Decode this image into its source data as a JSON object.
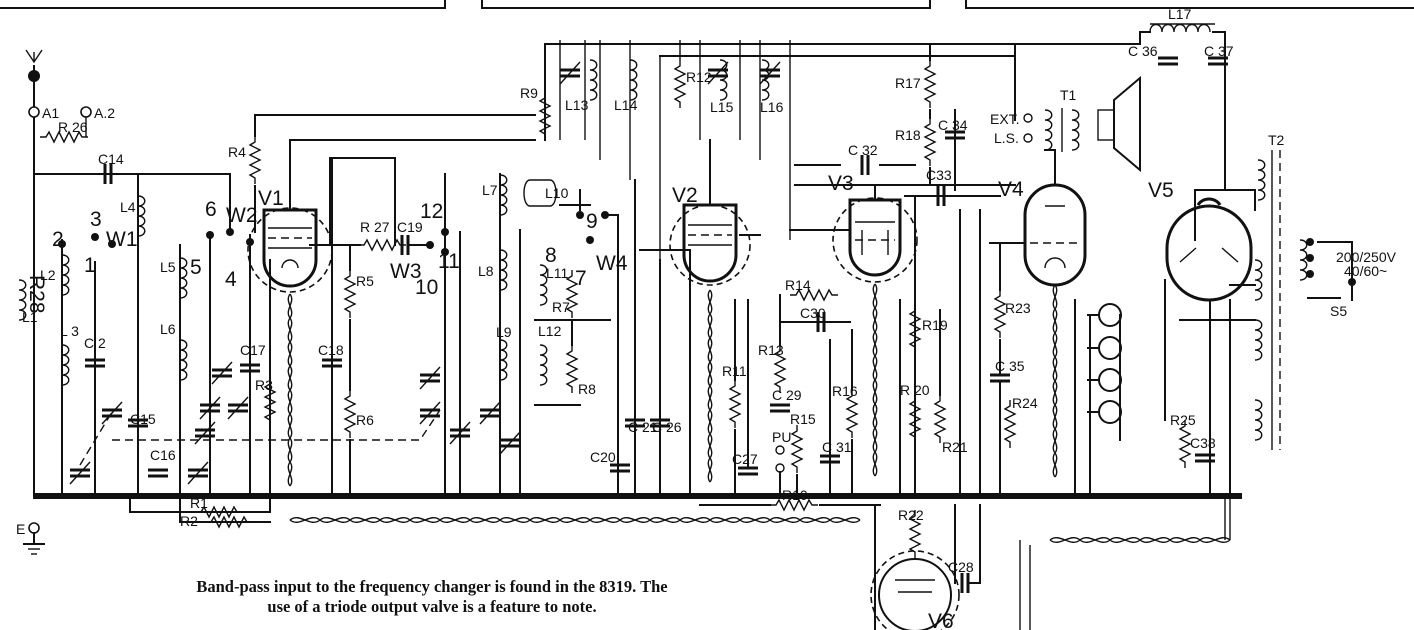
{
  "caption": {
    "line1": "Band-pass input to the frequency changer is found in the 8319.   The",
    "line2": "use of a triode output valve is a feature to note."
  },
  "labels": {
    "aerial1": "A1",
    "aerial2": "A.2",
    "earth": "E",
    "ext_ls_1": "EXT.",
    "ext_ls_2": "L.S.",
    "mains_1": "200/250V",
    "mains_2": "40/60~",
    "pu": "PU",
    "V1": "V1",
    "V2": "V2",
    "V3": "V3",
    "V4": "V4",
    "V5": "V5",
    "V6": "V6",
    "W1": "W1",
    "W2": "W2",
    "W3": "W3",
    "W4": "W4",
    "T1": "T1",
    "T2": "T2",
    "S5": "S5",
    "R1": "R1",
    "R2": "R2",
    "R3": "R3",
    "R4": "R4",
    "R5": "R5",
    "R6": "R6",
    "R7": "R7",
    "R8": "R8",
    "R9": "R9",
    "R10": "R10",
    "R11": "R11",
    "R12": "R12",
    "R13": "R13",
    "R14": "R14",
    "R15": "R15",
    "R16": "R16",
    "R17": "R17",
    "R18": "R18",
    "R19": "R19",
    "R20": "R 20",
    "R21": "R21",
    "R22": "R22",
    "R23": "R23",
    "R24": "R24",
    "R25": "R25",
    "R26": "R 26",
    "R27": "R 27",
    "R28": "R28",
    "C2": "C 2",
    "C14": "C14",
    "C15": "C15",
    "C16": "C16",
    "C17": "C17",
    "C18": "C18",
    "C19": "C19",
    "C20": "C20",
    "C21": "C 21",
    "C26": "C 26",
    "C27": "C27",
    "C28": "C28",
    "C29": "C 29",
    "C30": "C30",
    "C31": "C 31",
    "C32": "C 32",
    "C33": "C33",
    "C34": "C 34",
    "C35": "C 35",
    "C36": "C 36",
    "C37": "C 37",
    "C38": "C38",
    "L1": "L1",
    "L2": "L2",
    "L3": "L 3",
    "L4": "L4",
    "L5": "L5",
    "L6": "L6",
    "L7": "L7",
    "L8": "L8",
    "L9": "L9",
    "L10": "L10",
    "L11": "L11",
    "L12": "L12",
    "L13": "L13",
    "L14": "L14",
    "L15": "L15",
    "L16": "L16",
    "L17": "L17",
    "n1": "1",
    "n2": "2",
    "n3": "3",
    "n4": "4",
    "n5": "5",
    "n6": "6",
    "n7": "7",
    "n8": "8",
    "n9": "9",
    "n10": "10",
    "n11": "11",
    "n12": "12"
  }
}
